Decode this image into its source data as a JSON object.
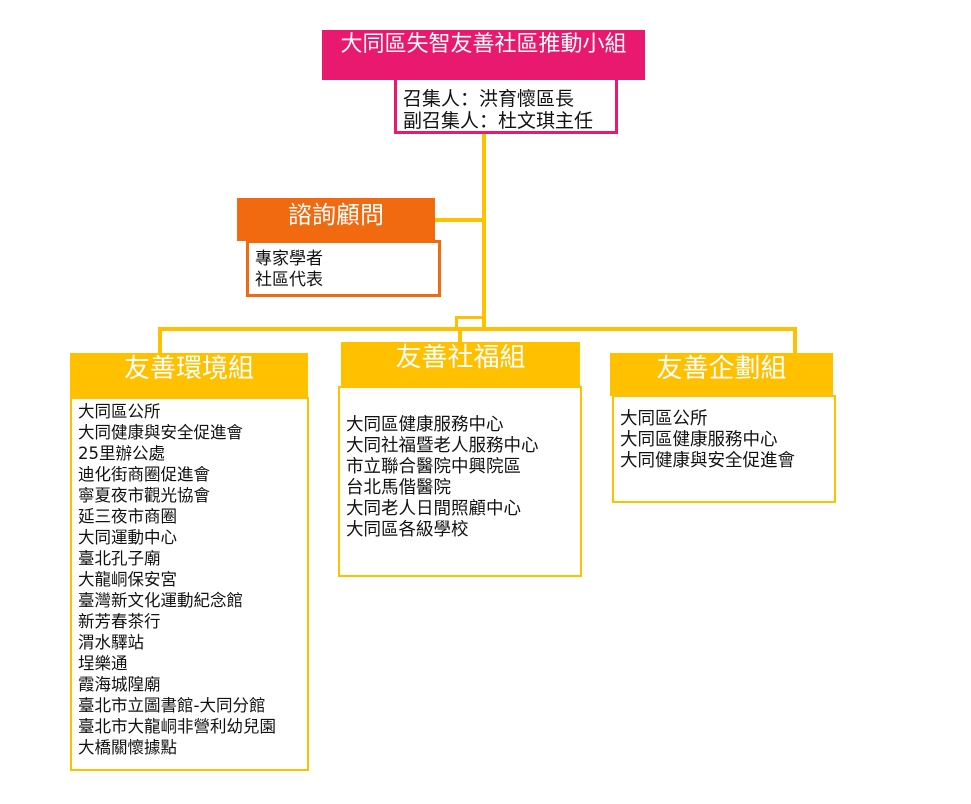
{
  "colors": {
    "pink": "#E8196E",
    "orange": "#F26A10",
    "yellow": "#FFC000"
  },
  "top": {
    "title": "大同區失智友善社區推動小組",
    "convener": "召集人：洪育懷區長",
    "deputy": "副召集人：杜文琪主任"
  },
  "advisory": {
    "title": "諮詢顧問",
    "members": [
      "專家學者",
      "社區代表"
    ]
  },
  "groups": [
    {
      "title": "友善環境組",
      "members": [
        "大同區公所",
        "大同健康與安全促進會",
        "25里辦公處",
        "迪化街商圈促進會",
        "寧夏夜市觀光協會",
        "延三夜市商圈",
        "大同運動中心",
        "臺北孔子廟",
        "大龍峒保安宮",
        "臺灣新文化運動紀念館",
        "新芳春茶行",
        "渭水驛站",
        "埕樂通",
        "霞海城隍廟",
        "臺北市立圖書館-大同分館",
        "臺北市大龍峒非營利幼兒園",
        "大橋關懷據點"
      ]
    },
    {
      "title": "友善社福組",
      "members": [
        "大同區健康服務中心",
        "大同社福暨老人服務中心",
        "市立聯合醫院中興院區",
        "台北馬偕醫院",
        "大同老人日間照顧中心",
        "大同區各級學校"
      ]
    },
    {
      "title": "友善企劃組",
      "members": [
        "大同區公所",
        "大同區健康服務中心",
        "大同健康與安全促進會"
      ]
    }
  ]
}
